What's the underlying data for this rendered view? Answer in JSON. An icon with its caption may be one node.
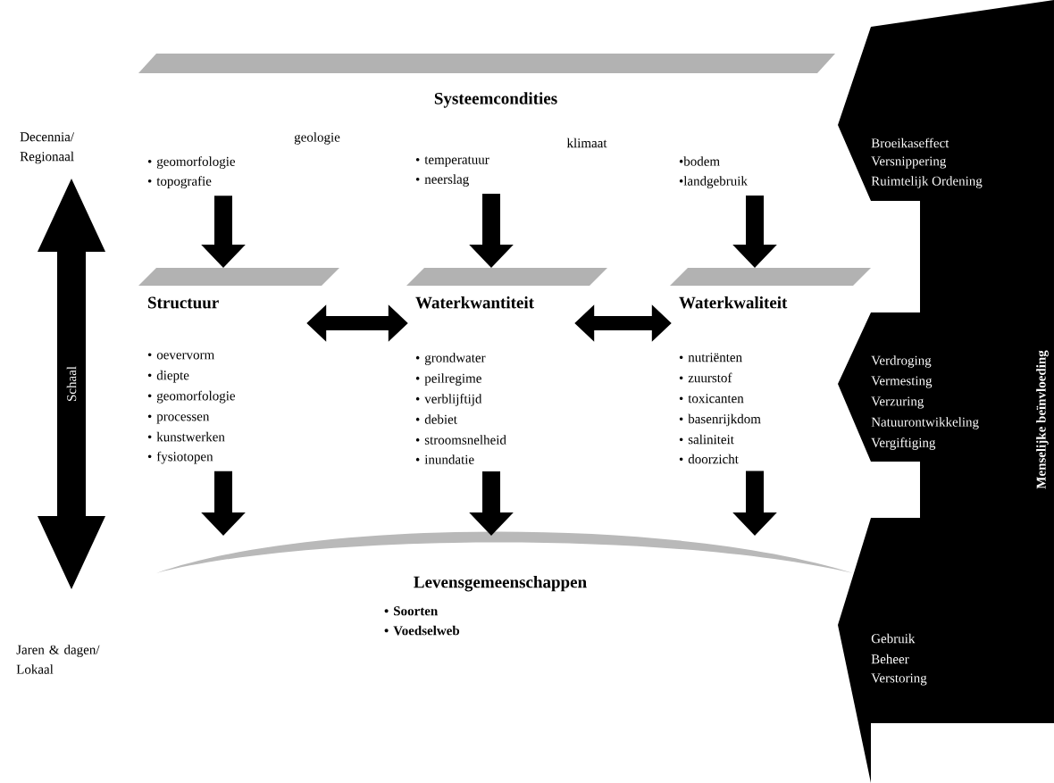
{
  "diagram": {
    "nodes": [
      {
        "text": [
          "Systeemcondities"
        ]
      },
      {
        "text": [
          "• geomorfologie",
          "• topografie"
        ]
      },
      {
        "text": [
          "• temperatuur",
          "• neerslag"
        ]
      },
      {
        "text": [
          "•bodem",
          "•landgebruik"
        ]
      },
      {
        "text": [
          "Structuur"
        ]
      },
      {
        "text": [
          "Waterkwantiteit"
        ]
      },
      {
        "text": [
          "Waterkwaliteit"
        ]
      },
      {
        "text": [
          "• oevervorm",
          "• diepte",
          "• geomorfologie",
          "• processen",
          "• kunstwerken",
          "• fysiotopen"
        ]
      },
      {
        "text": [
          "• grondwater",
          "• peilregime",
          "• verblijftijd",
          "• debiet",
          "• stroomsnelheid",
          "• inundatie"
        ]
      },
      {
        "text": [
          "• nutriënten",
          "• zuurstof",
          "• toxicanten",
          "• basenrijkdom",
          "• saliniteit",
          "• doorzicht"
        ]
      },
      {
        "text": [
          "Levensgemeenschappen",
          "• Soorten",
          "• Voedselweb"
        ]
      },
      {
        "text": [
          "Menselijke beïnvloeding",
          "Broeikaseffect",
          "Versnippering",
          "Ruimtelijk Ordening",
          "Verdroging",
          "Vermesting",
          "Verzuring",
          "Natuurontwikkeling",
          "Vergiftiging",
          "Gebruik",
          "Beheer",
          "Verstoring"
        ]
      }
    ],
    "edges": [
      {
        "from": 1,
        "to": 4,
        "arrow": "to"
      },
      {
        "from": 2,
        "to": 5,
        "arrow": "to"
      },
      {
        "from": 3,
        "to": 6,
        "arrow": "to"
      },
      {
        "from": 4,
        "to": 5,
        "arrow": "both"
      },
      {
        "from": 5,
        "to": 6,
        "arrow": "both"
      },
      {
        "from": 7,
        "to": 10,
        "arrow": "to"
      },
      {
        "from": 8,
        "to": 10,
        "arrow": "to"
      },
      {
        "from": 9,
        "to": 10,
        "arrow": "to"
      }
    ],
    "labels": [
      "Decennia/ Regionaal",
      "geologie",
      "klimaat",
      "Schaal",
      "Jaren & dagen/ Lokaal"
    ]
  }
}
